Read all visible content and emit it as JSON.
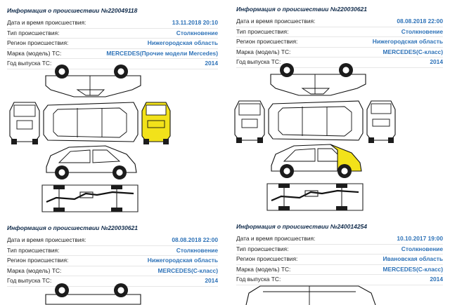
{
  "incidents": [
    {
      "title": "Информация о происшествии №220049118",
      "fields": [
        {
          "label": "Дата и время происшествия:",
          "value": "13.11.2018 20:10"
        },
        {
          "label": "Тип происшествия:",
          "value": "Столкновение"
        },
        {
          "label": "Регион происшествия:",
          "value": "Нижегородская область"
        },
        {
          "label": "Марка (модель) ТС:",
          "value": "MERCEDES(Прочие модели Mercedes)"
        },
        {
          "label": "Год выпуска ТС:",
          "value": "2014"
        }
      ],
      "damaged_zone": "front"
    },
    {
      "title": "Информация о происшествии №220030621",
      "fields": [
        {
          "label": "Дата и время происшествия:",
          "value": "08.08.2018 22:00"
        },
        {
          "label": "Тип происшествия:",
          "value": "Столкновение"
        },
        {
          "label": "Регион происшествия:",
          "value": "Нижегородская область"
        },
        {
          "label": "Марка (модель) ТС:",
          "value": "MERCEDES(С-класс)"
        },
        {
          "label": "Год выпуска ТС:",
          "value": "2014"
        }
      ],
      "damaged_zone": "front-right-fender"
    },
    {
      "title": "Информация о происшествии №220030621",
      "fields": [
        {
          "label": "Дата и время происшествия:",
          "value": "08.08.2018 22:00"
        },
        {
          "label": "Тип происшествия:",
          "value": "Столкновение"
        },
        {
          "label": "Регион происшествия:",
          "value": "Нижегородская область"
        },
        {
          "label": "Марка (модель) ТС:",
          "value": "MERCEDES(С-класс)"
        },
        {
          "label": "Год выпуска ТС:",
          "value": "2014"
        }
      ]
    },
    {
      "title": "Информация о происшествии №240014254",
      "fields": [
        {
          "label": "Дата и время происшествия:",
          "value": "10.10.2017 19:00"
        },
        {
          "label": "Тип происшествия:",
          "value": "Столкновение"
        },
        {
          "label": "Регион происшествия:",
          "value": "Ивановская область"
        },
        {
          "label": "Марка (модель) ТС:",
          "value": "MERCEDES(С-класс)"
        },
        {
          "label": "Год выпуска ТС:",
          "value": "2014"
        }
      ]
    }
  ],
  "colors": {
    "title": "#0f2a4a",
    "value": "#2f73b8",
    "damage": "#f2e21a"
  }
}
